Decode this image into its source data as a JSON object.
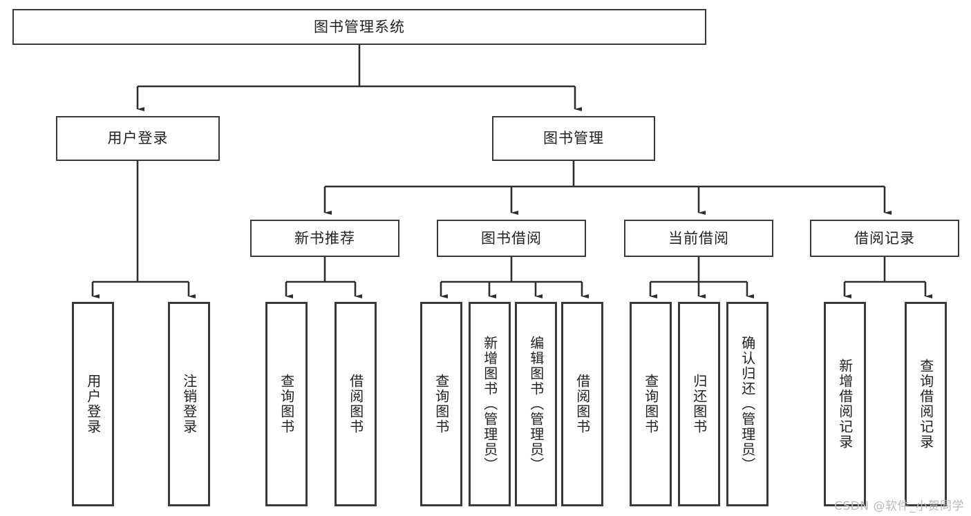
{
  "diagram": {
    "title": "图书管理系统",
    "watermark": "CSDN @软件_小贺同学",
    "colors": {
      "box_border": "#3a3a3a",
      "text": "#222222",
      "line": "#2e2e2e",
      "background": "#ffffff",
      "watermark": "#b9b9b9"
    },
    "levels": {
      "root": {
        "label": "图书管理系统"
      },
      "level2": [
        {
          "label": "用户登录"
        },
        {
          "label": "图书管理"
        }
      ],
      "level3": [
        {
          "label": "新书推荐"
        },
        {
          "label": "图书借阅"
        },
        {
          "label": "当前借阅"
        },
        {
          "label": "借阅记录"
        }
      ],
      "leaves": [
        {
          "label": "用户登录",
          "parent": "用户登录"
        },
        {
          "label": "注销登录",
          "parent": "用户登录"
        },
        {
          "label": "查询图书",
          "parent": "新书推荐"
        },
        {
          "label": "借阅图书",
          "parent": "新书推荐"
        },
        {
          "label": "查询图书",
          "parent": "图书借阅"
        },
        {
          "label": "新增图书（管理员）",
          "parent": "图书借阅"
        },
        {
          "label": "编辑图书（管理员）",
          "parent": "图书借阅"
        },
        {
          "label": "借阅图书",
          "parent": "图书借阅"
        },
        {
          "label": "查询图书",
          "parent": "当前借阅"
        },
        {
          "label": "归还图书",
          "parent": "当前借阅"
        },
        {
          "label": "确认归还（管理员）",
          "parent": "当前借阅"
        },
        {
          "label": "新增借阅记录",
          "parent": "借阅记录"
        },
        {
          "label": "查询借阅记录",
          "parent": "借阅记录"
        }
      ]
    }
  }
}
